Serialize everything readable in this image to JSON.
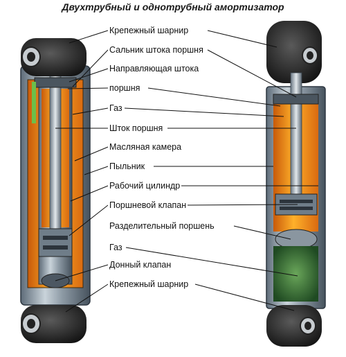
{
  "title": "Двухтрубный и однотрубный амортизатор",
  "labels": [
    "Крепежный шарнир",
    "Сальник штока поршня",
    "Направляющая штока",
    "поршня",
    "Газ",
    "Шток поршня",
    "Масляная камера",
    "Пыльник",
    "Рабочий цилиндр",
    "Поршневой клапан",
    "Разделительный поршень",
    "Газ",
    "Донный клапан",
    "Крепежный шарнир"
  ],
  "colors": {
    "oil": "#f08a1a",
    "body": "#9aa6b0",
    "dark": "#2a2a2a",
    "gas": "#3d7a3a"
  }
}
